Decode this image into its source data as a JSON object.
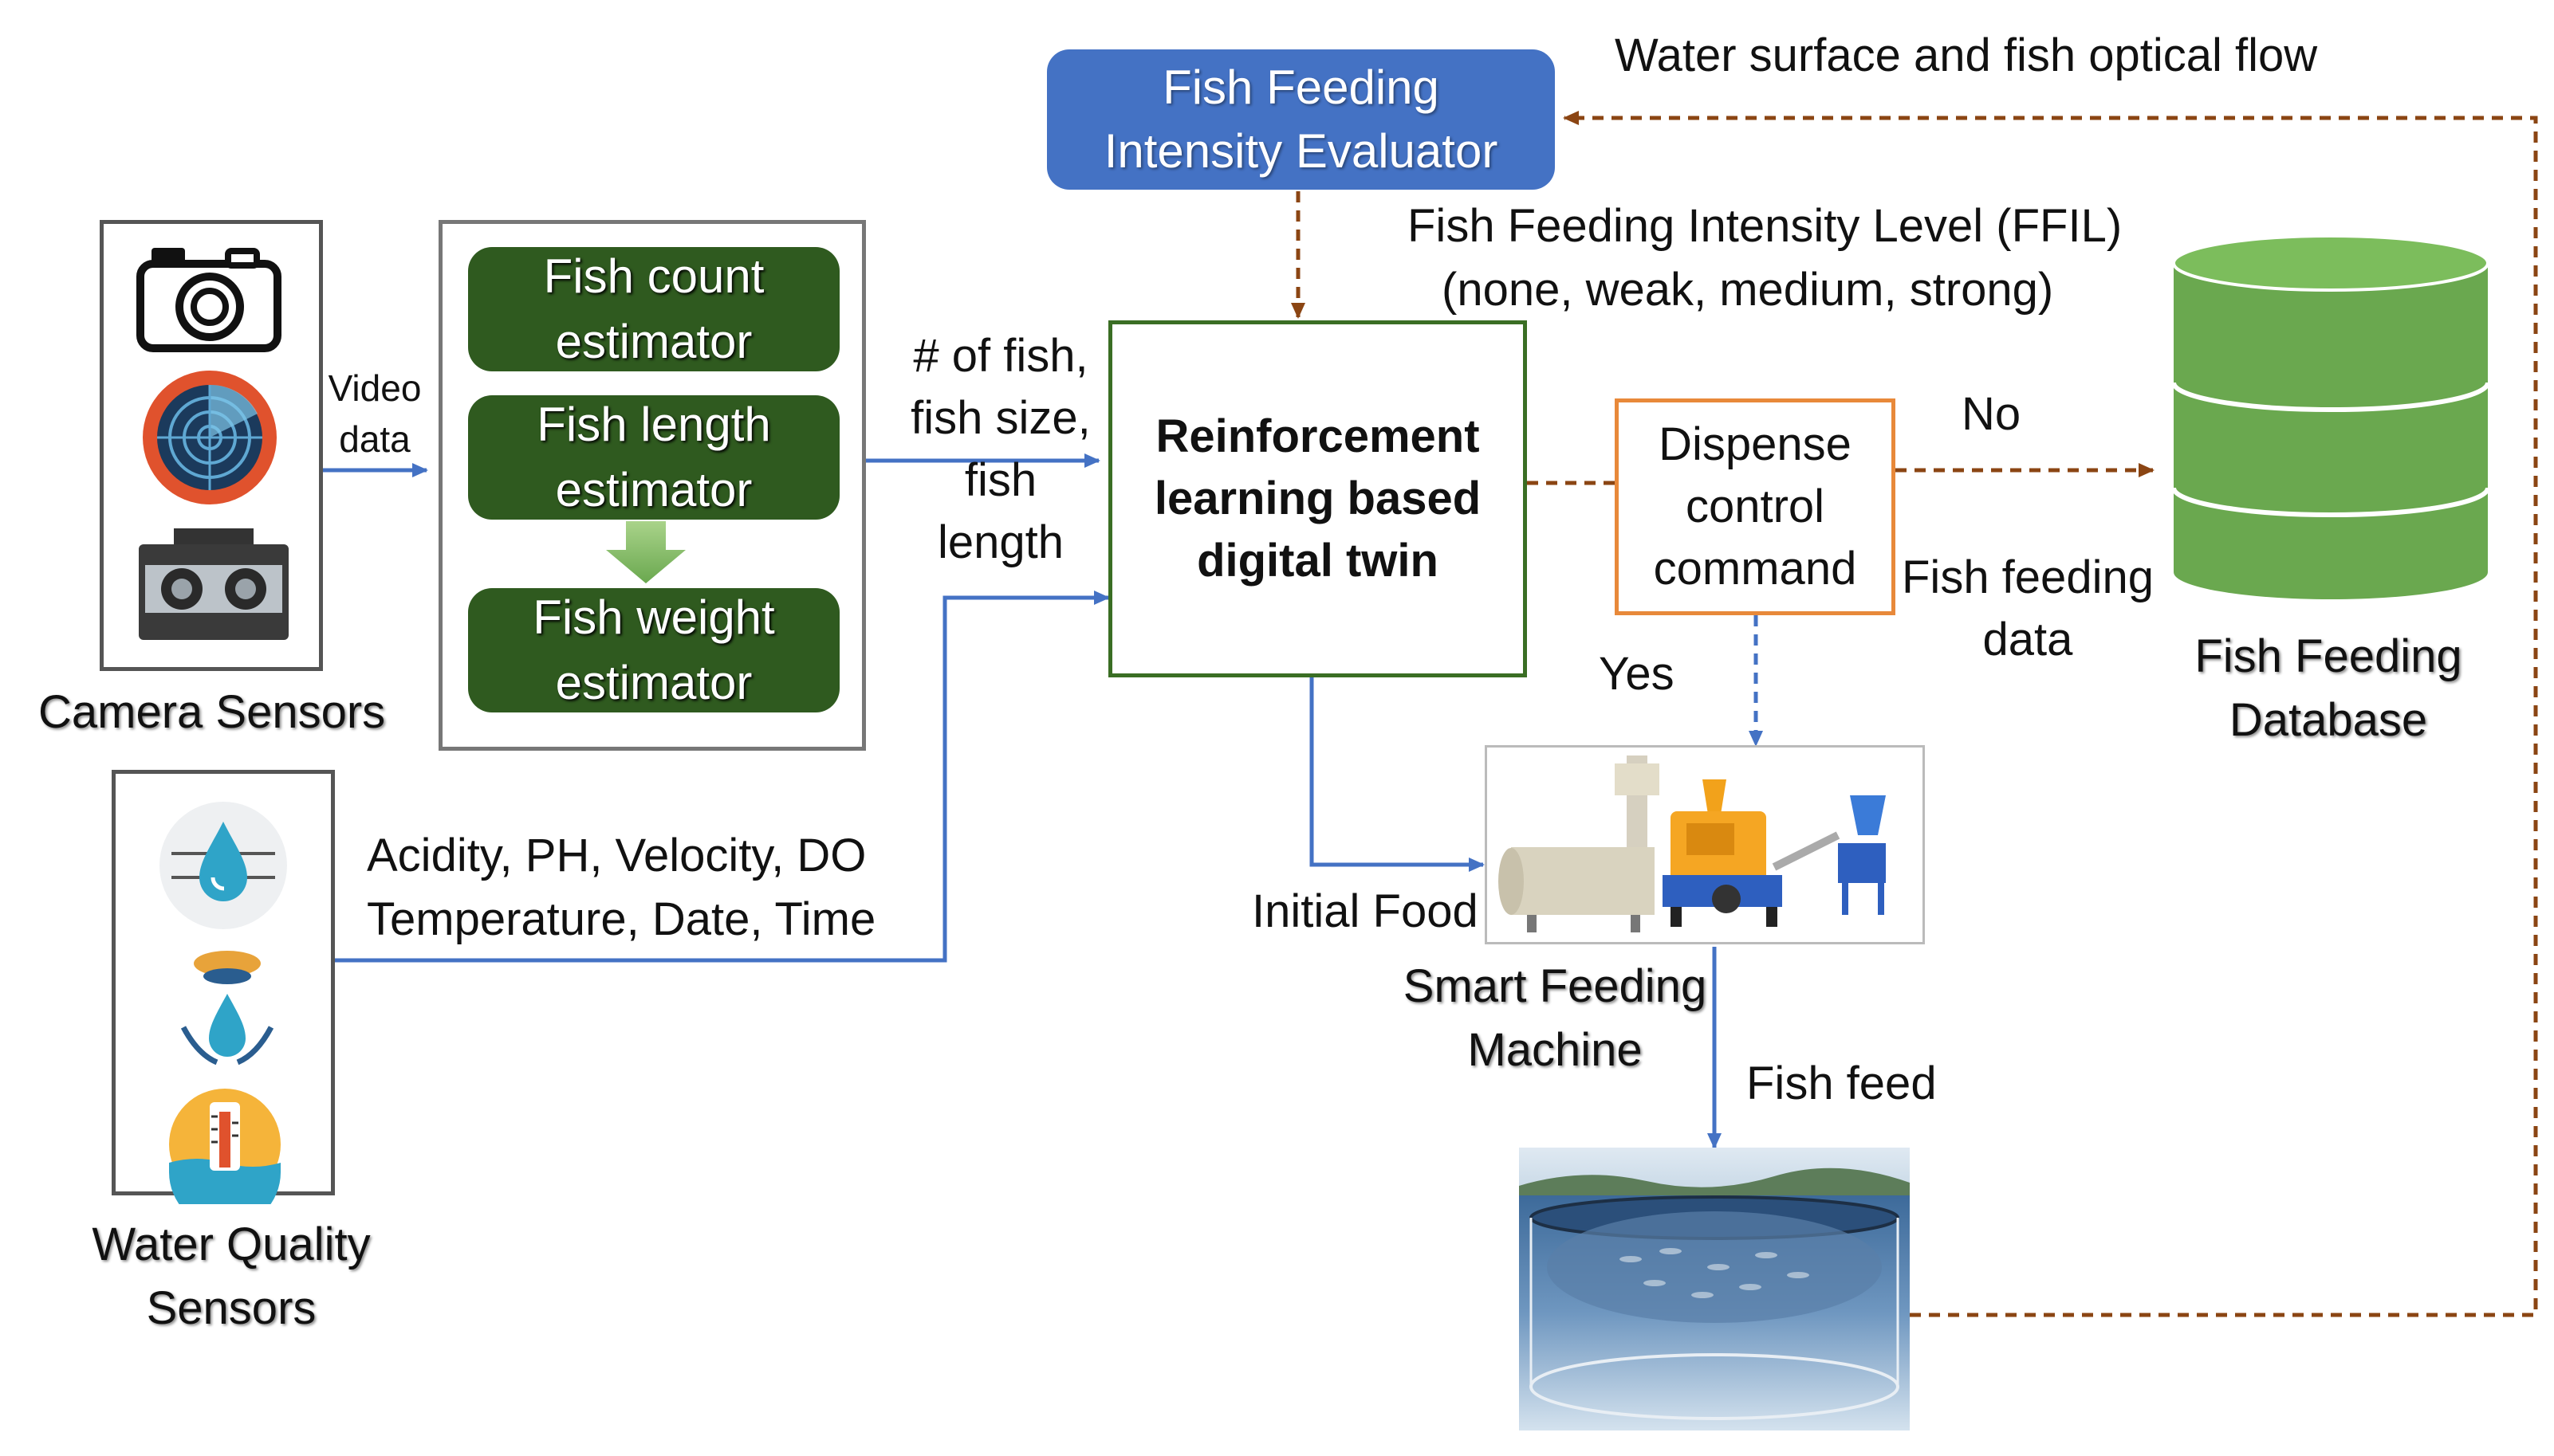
{
  "evaluator": {
    "line1": "Fish Feeding",
    "line2": "Intensity Evaluator"
  },
  "labels": {
    "optical_flow": "Water surface and fish optical flow",
    "ffil_line1": "Fish Feeding Intensity Level (FFIL)",
    "ffil_line2": "(none, weak, medium, strong)",
    "video_line1": "Video",
    "video_line2": "data",
    "fish_stats_line1": "# of fish,",
    "fish_stats_line2": "fish size,",
    "fish_stats_line3": "fish",
    "fish_stats_line4": "length",
    "no": "No",
    "yes": "Yes",
    "feeding_data_line1": "Fish feeding",
    "feeding_data_line2": "data",
    "water_params_line1": "Acidity, PH, Velocity, DO",
    "water_params_line2": "Temperature, Date, Time",
    "initial_food": "Initial Food",
    "fish_feed": "Fish feed"
  },
  "estimators": {
    "count": {
      "line1": "Fish count",
      "line2": "estimator"
    },
    "length": {
      "line1": "Fish length",
      "line2": "estimator"
    },
    "weight": {
      "line1": "Fish weight",
      "line2": "estimator"
    }
  },
  "twin": {
    "line1": "Reinforcement",
    "line2": "learning based",
    "line3": "digital twin"
  },
  "dispense": {
    "line1": "Dispense",
    "line2": "control",
    "line3": "command"
  },
  "database": {
    "line1": "Fish Feeding",
    "line2": "Database"
  },
  "camera_caption": "Camera Sensors",
  "water_caption": {
    "line1": "Water Quality",
    "line2": "Sensors"
  },
  "machine_caption": {
    "line1": "Smart Feeding",
    "line2": "Machine"
  },
  "colors": {
    "evaluator_blue": "#4472c4",
    "estimator_green": "#2f5a1f",
    "database_green": "#6aa84f",
    "dispense_orange": "#e8893a",
    "arrow_blue": "#4472c4",
    "arrow_brown": "#8b4513",
    "twin_border": "#3a6e24"
  },
  "icons": [
    "camera-icon",
    "radar-sensor-icon",
    "action-camera-icon",
    "water-drop-sensor-icon",
    "sonar-sensor-icon",
    "thermometer-icon",
    "feeding-machine-image",
    "fish-cage-image"
  ]
}
